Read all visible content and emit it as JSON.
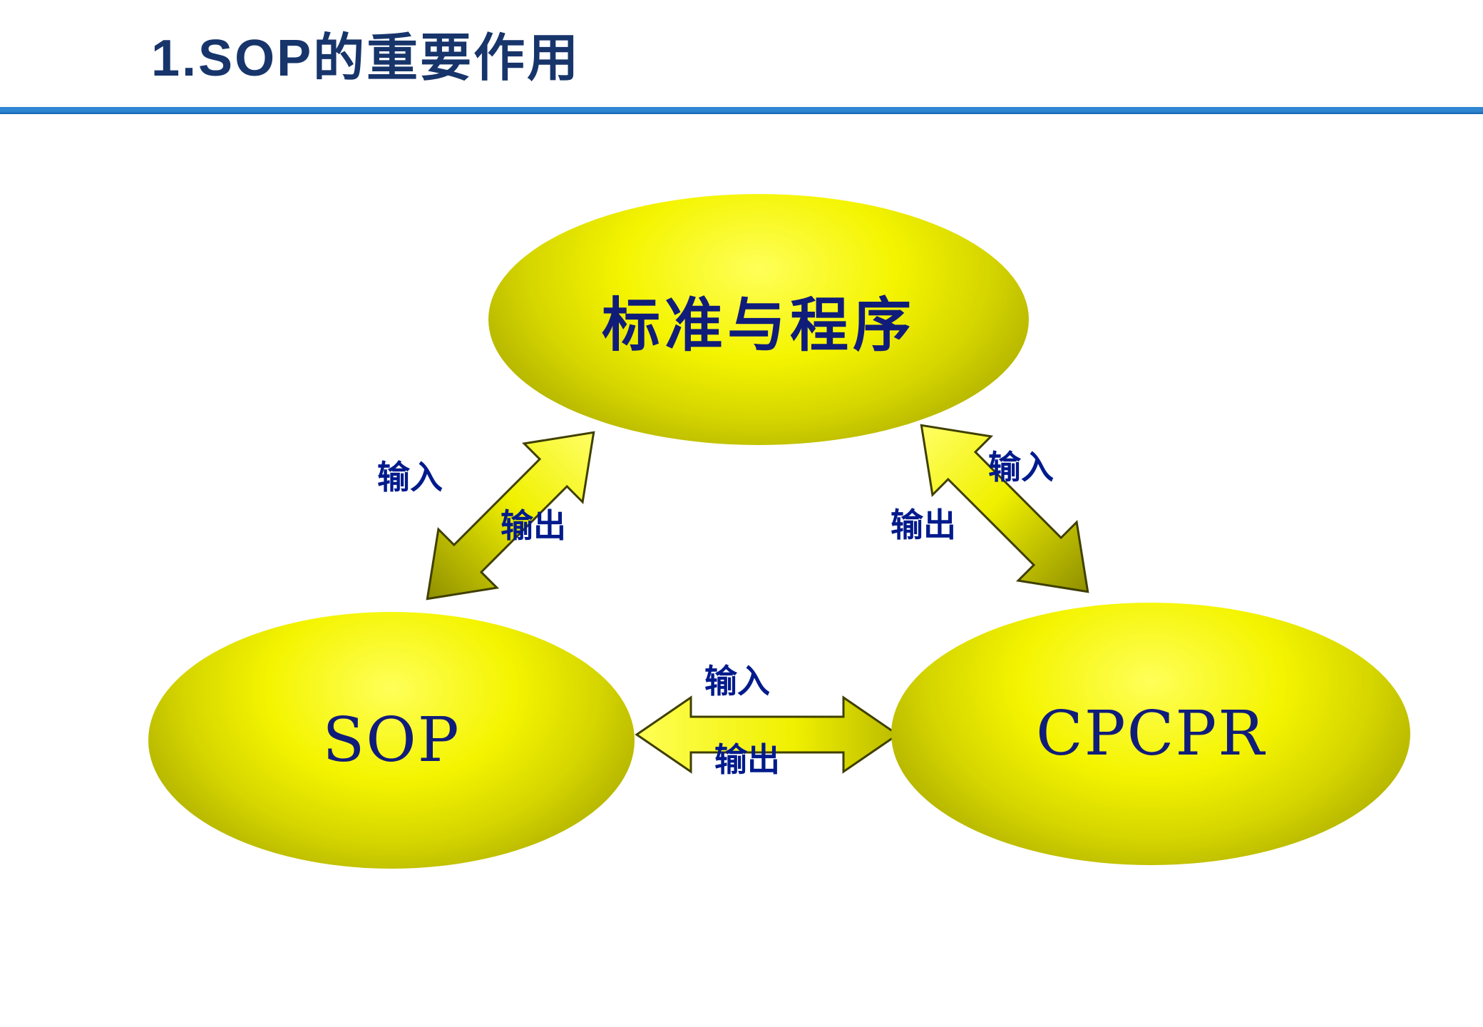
{
  "slide": {
    "title": "1.SOP的重要作用"
  },
  "diagram": {
    "nodes": [
      {
        "id": "standards",
        "label": "标准与程序"
      },
      {
        "id": "sop",
        "label": "SOP"
      },
      {
        "id": "cpcpr",
        "label": "CPCPR"
      }
    ],
    "arrows": [
      {
        "id": "standards-sop",
        "direction": "bidirectional",
        "input_label": "输入",
        "output_label": "输出"
      },
      {
        "id": "standards-cpcpr",
        "direction": "bidirectional",
        "input_label": "输入",
        "output_label": "输出"
      },
      {
        "id": "sop-cpcpr",
        "direction": "bidirectional",
        "input_label": "输入",
        "output_label": "输出"
      }
    ]
  },
  "colors": {
    "title_text": "#17356b",
    "divider_blue": "#1563ae",
    "node_fill_light": "#ffff59",
    "node_fill_dark": "#8a8a00",
    "node_text": "#101c7a",
    "label_text": "#001a8c",
    "arrow_fill_light": "#ffff66",
    "arrow_fill_dark": "#8f8f00",
    "arrow_outline": "#3f3f00"
  }
}
